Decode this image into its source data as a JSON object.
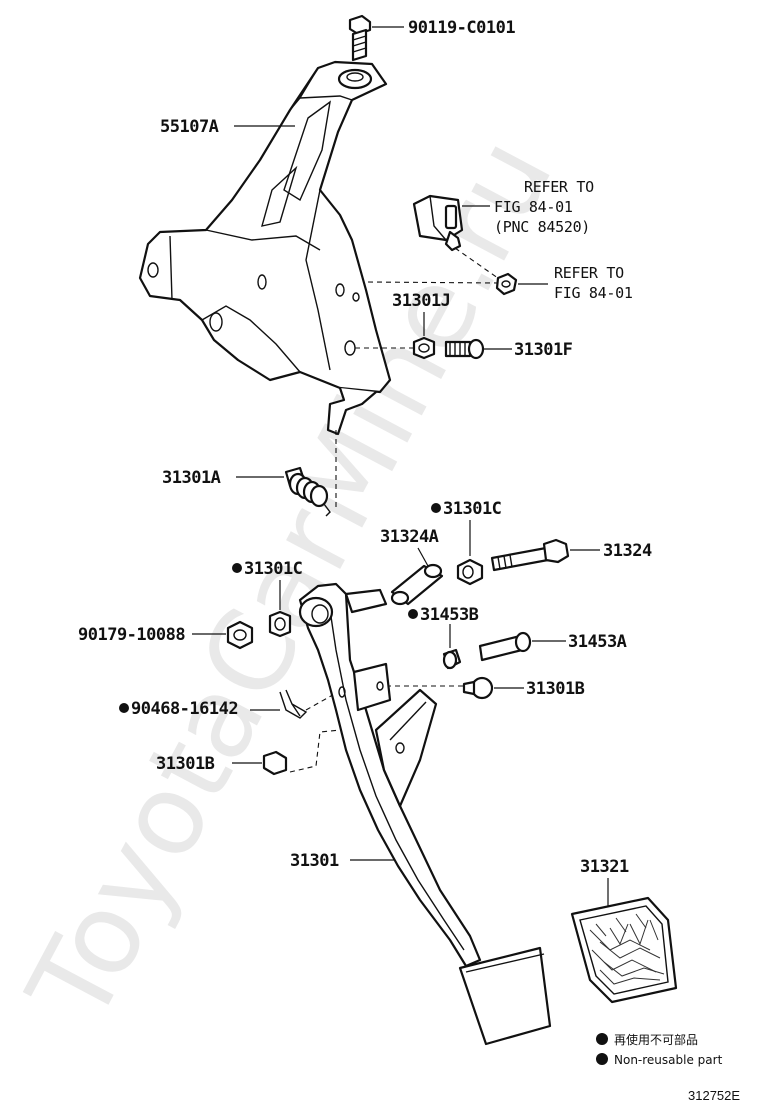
{
  "watermark": "ToyotaCarMine.ru",
  "labels": {
    "bolt_top": "90119-C0101",
    "bracket": "55107A",
    "refer1_line1": "REFER TO",
    "refer1_line2": "FIG 84-01",
    "refer1_line3": "(PNC 84520)",
    "refer2_line1": "REFER TO",
    "refer2_line2": "FIG 84-01",
    "nut_31301J": "31301J",
    "stud_31301F": "31301F",
    "spring_31301A": "31301A",
    "washer_31301C_right": "31301C",
    "collar_31324A": "31324A",
    "bolt_31324": "31324",
    "washer_31301C_left": "31301C",
    "nut_90179": "90179-10088",
    "bush_31453B": "31453B",
    "pin_31453A": "31453A",
    "stopper_31301B_right": "31301B",
    "clip_90468": "90468-16142",
    "stopper_31301B_left": "31301B",
    "pedal_arm": "31301",
    "pedal_pad": "31321"
  },
  "legend": {
    "jp": "再使用不可部品",
    "en": "Non-reusable part"
  },
  "figure_code": "312752E"
}
